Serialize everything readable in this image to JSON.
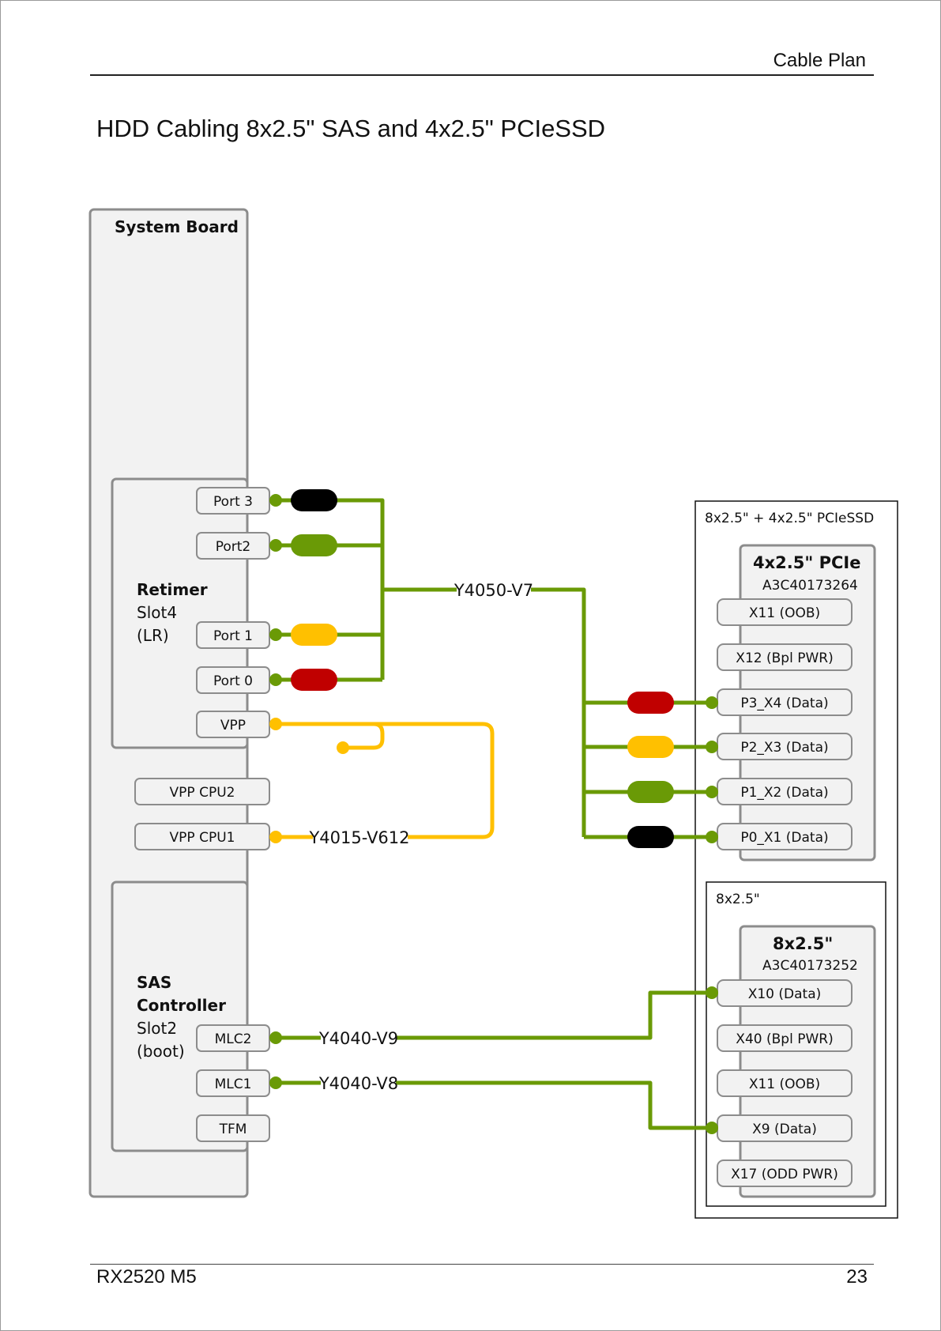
{
  "header": {
    "title": "Cable Plan"
  },
  "section_title": "HDD Cabling 8x2.5\" SAS and 4x2.5\" PCIeSSD",
  "footer": {
    "model": "RX2520 M5",
    "page_number": "23"
  },
  "colors": {
    "green": "#6a9a06",
    "yellow": "#ffc000",
    "red": "#c00000",
    "black": "#000000",
    "panel_fill": "#f2f2f2",
    "panel_border": "#8c8c8c"
  },
  "diagram": {
    "system_board": {
      "title": "System Board"
    },
    "retimer": {
      "name": "Retimer",
      "slot": "Slot4",
      "note": "(LR)",
      "ports": [
        "Port 3",
        "Port2",
        "Port 1",
        "Port 0",
        "VPP"
      ]
    },
    "vpp_cpu2": "VPP CPU2",
    "vpp_cpu1": "VPP CPU1",
    "sas_controller": {
      "name_line1": "SAS",
      "name_line2": "Controller",
      "slot": "Slot2",
      "note": "(boot)",
      "ports": [
        "MLC2",
        "MLC1",
        "TFM"
      ]
    },
    "cables": {
      "retimer_to_pcie": "Y4050-V7",
      "vpp": "Y4015-V612",
      "mlc2": "Y4040-V9",
      "mlc1": "Y4040-V8"
    },
    "pcie_cage": {
      "title": "8x2.5\" + 4x2.5\" PCIeSSD",
      "backplane": {
        "title": "4x2.5\" PCIe",
        "part": "A3C40173264",
        "connectors": [
          "X11 (OOB)",
          "X12 (Bpl PWR)",
          "P3_X4 (Data)",
          "P2_X3 (Data)",
          "P1_X2 (Data)",
          "P0_X1 (Data)"
        ]
      }
    },
    "sas_cage": {
      "title": "8x2.5\"",
      "backplane": {
        "title": "8x2.5\"",
        "part": "A3C40173252",
        "connectors": [
          "X10 (Data)",
          "X40 (Bpl PWR)",
          "X11 (OOB)",
          "X9 (Data)",
          "X17 (ODD PWR)"
        ]
      }
    }
  }
}
